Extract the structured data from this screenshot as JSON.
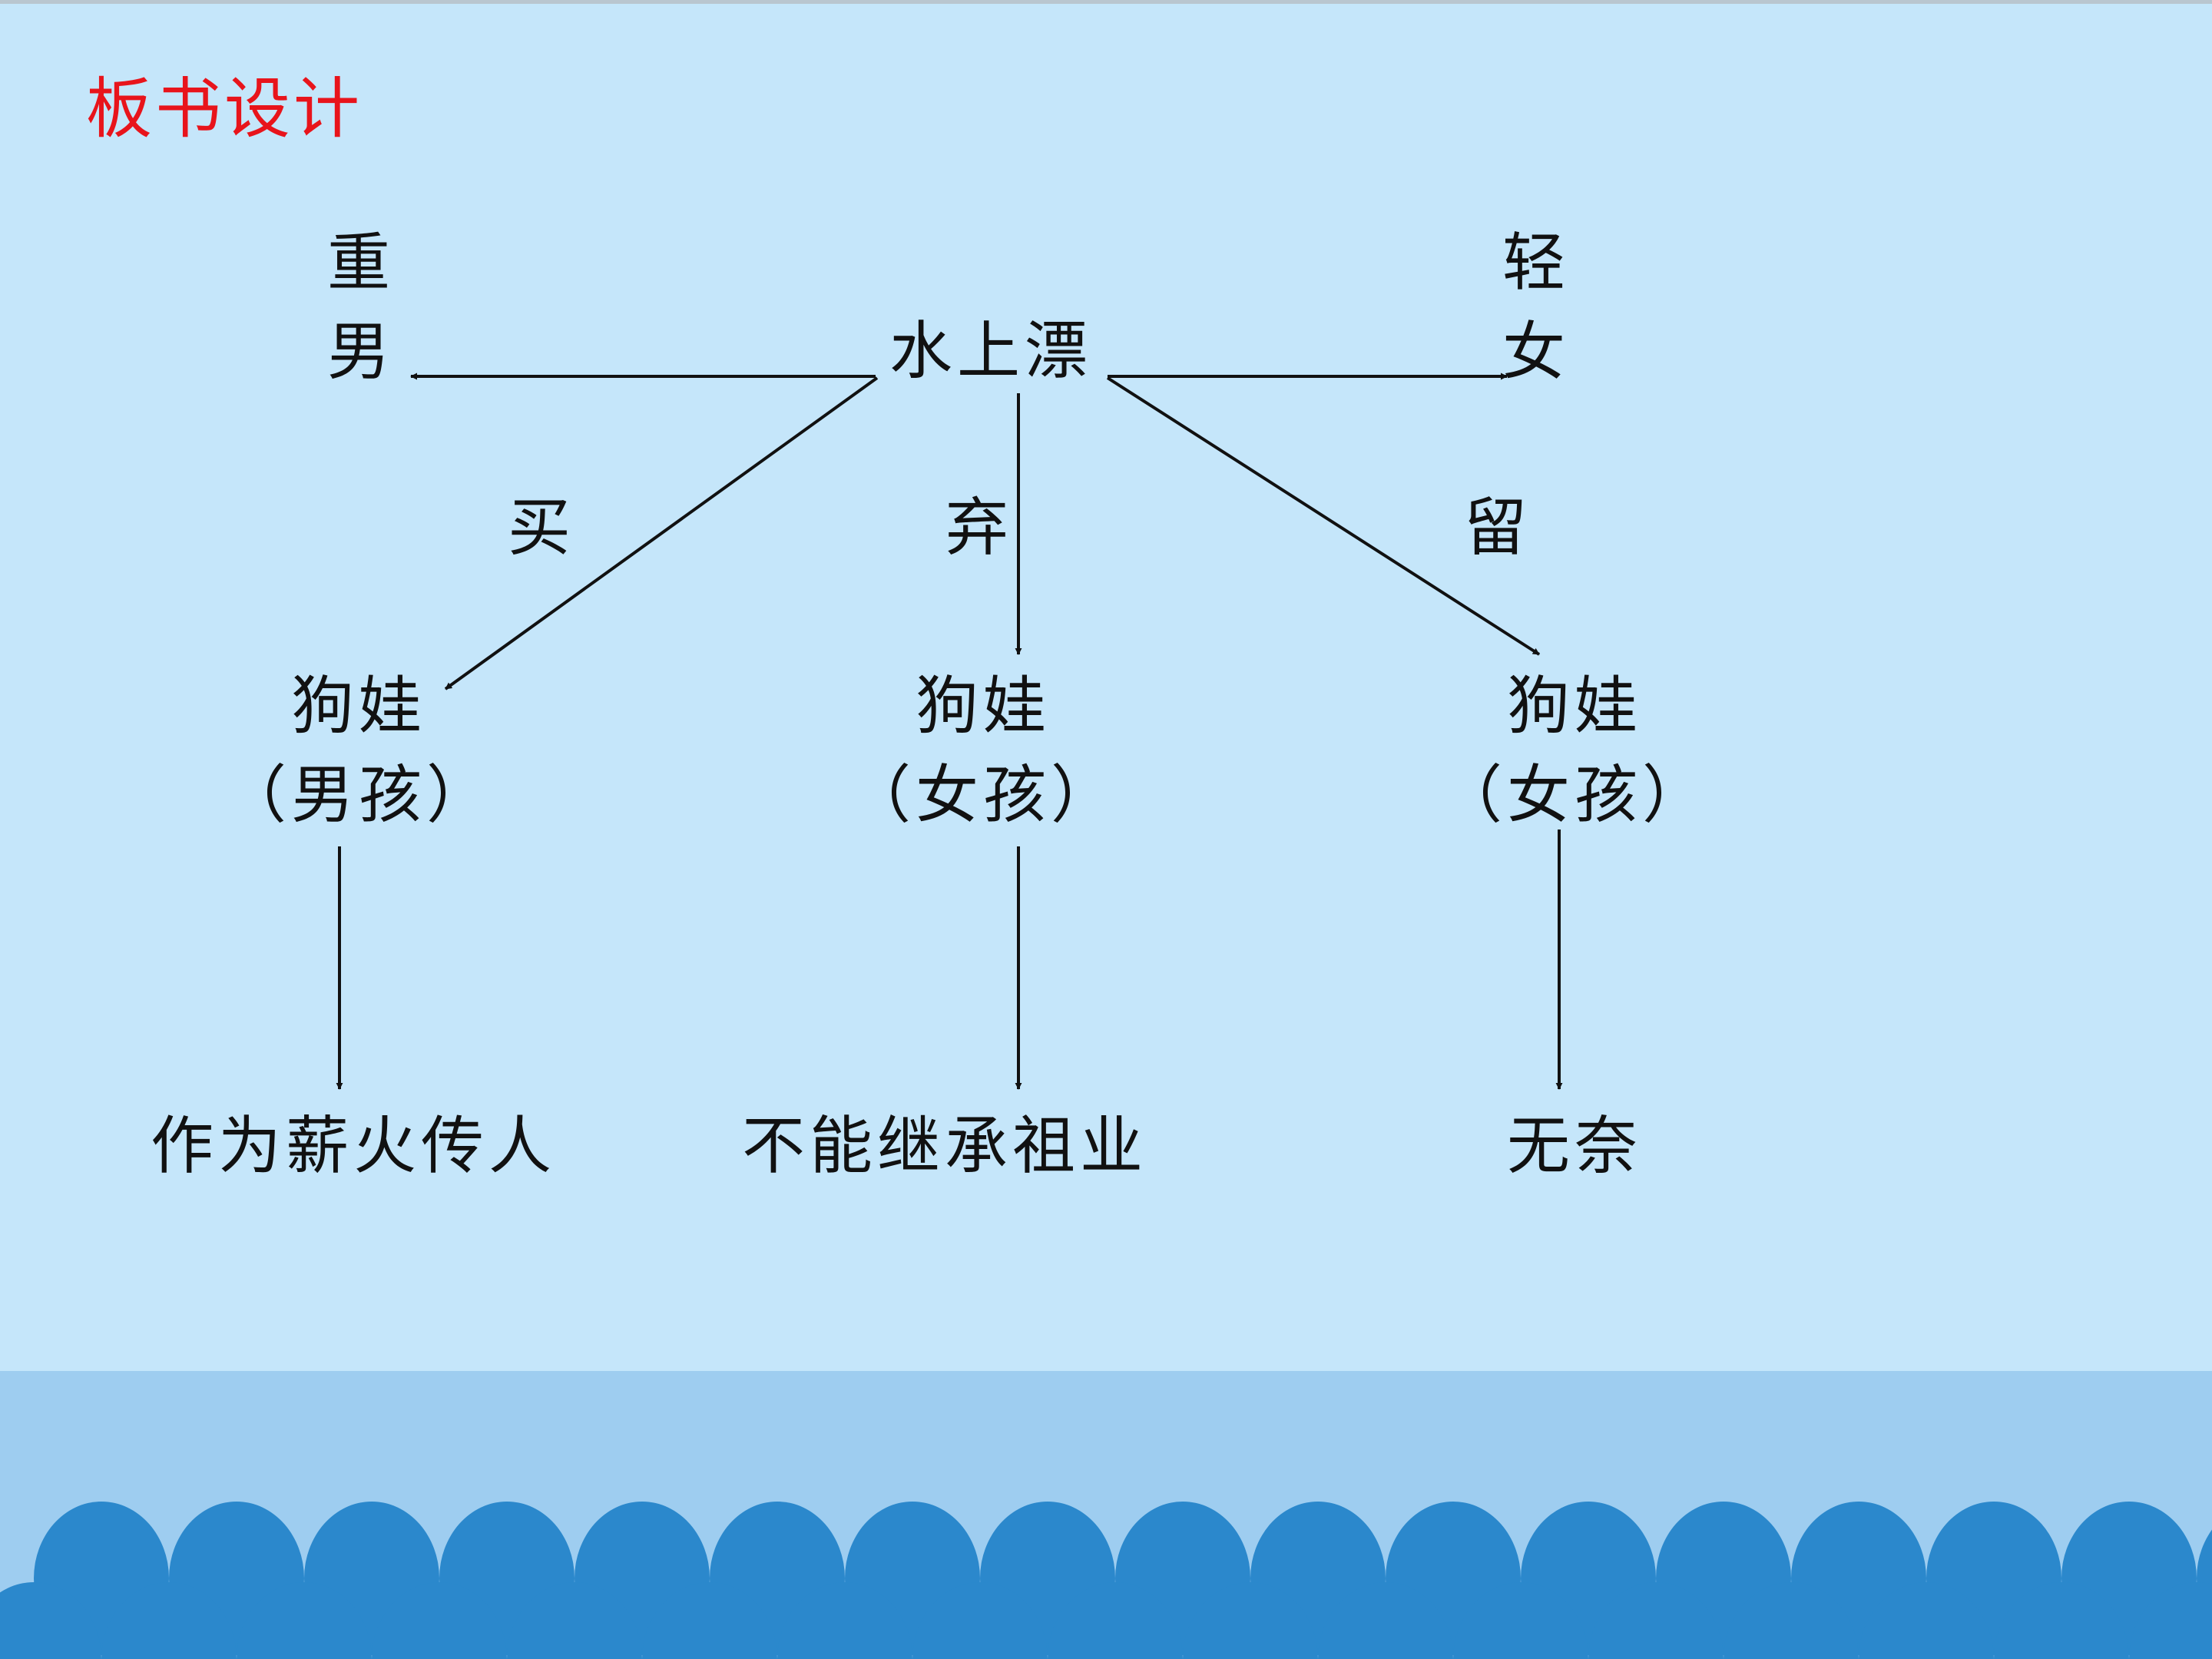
{
  "slide": {
    "title": "板书设计",
    "colors": {
      "background": "#c5e6fa",
      "title": "#e8141b",
      "text": "#111111",
      "sea": "#9ecdf0",
      "waves": "#2b88cc"
    }
  },
  "diagram": {
    "center": "水上漂",
    "left_top": [
      "重",
      "男"
    ],
    "right_top": [
      "轻",
      "女"
    ],
    "branch_labels": {
      "left": "买",
      "middle": "弃",
      "right": "留"
    },
    "branches": {
      "left": {
        "name": "狗娃",
        "note": "（男孩）",
        "outcome": "作为薪火传人"
      },
      "middle": {
        "name": "狗娃",
        "note": "（女孩）",
        "outcome": "不能继承祖业"
      },
      "right": {
        "name": "狗娃",
        "note": "（女孩）",
        "outcome": "无奈"
      }
    }
  }
}
